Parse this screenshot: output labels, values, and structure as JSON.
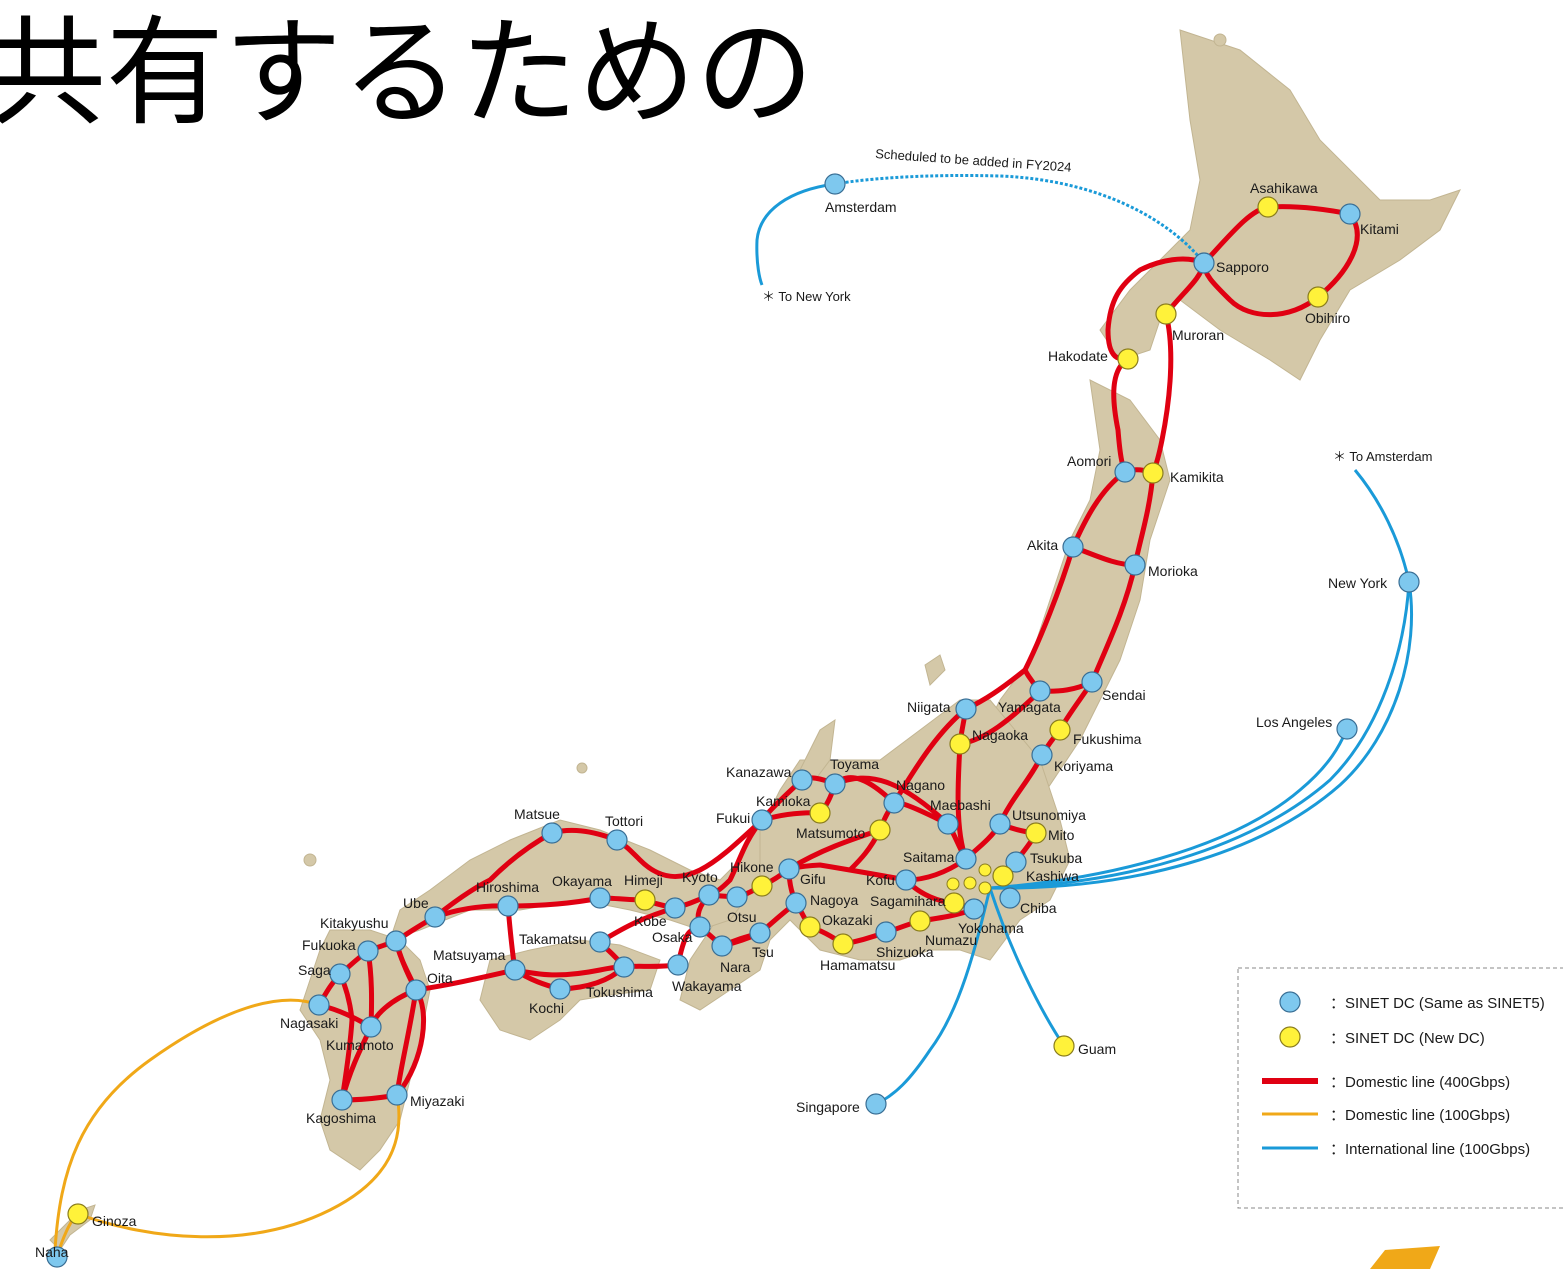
{
  "heading": "共有するための",
  "colors": {
    "land": "#d4c8a8",
    "sinet_dc_existing": "#7ec8ee",
    "sinet_dc_new": "#fff23a",
    "domestic_400": "#e00012",
    "domestic_100": "#f0a818",
    "international_100": "#1a9ad8"
  },
  "icons": {
    "existing_dc": "blue-circle-marker",
    "new_dc": "yellow-circle-marker",
    "external": "asterisk-marker"
  },
  "annotations": {
    "scheduled": "Scheduled to be added in FY2024",
    "to_new_york": "＊ To New York",
    "to_amsterdam": "＊ To Amsterdam"
  },
  "legend": {
    "existing_dc": "：SINET DC (Same as SINET5)",
    "new_dc": "：SINET DC (New DC)",
    "domestic_400": "：Domestic line (400Gbps)",
    "domestic_100": "：Domestic line (100Gbps)",
    "international": "：International line (100Gbps)"
  },
  "nodes": [
    {
      "id": "sapporo",
      "name": "Sapporo",
      "type": "existing"
    },
    {
      "id": "asahikawa",
      "name": "Asahikawa",
      "type": "new"
    },
    {
      "id": "kitami",
      "name": "Kitami",
      "type": "existing"
    },
    {
      "id": "obihiro",
      "name": "Obihiro",
      "type": "new"
    },
    {
      "id": "muroran",
      "name": "Muroran",
      "type": "new"
    },
    {
      "id": "hakodate",
      "name": "Hakodate",
      "type": "new"
    },
    {
      "id": "aomori",
      "name": "Aomori",
      "type": "existing"
    },
    {
      "id": "kamikita",
      "name": "Kamikita",
      "type": "new"
    },
    {
      "id": "akita",
      "name": "Akita",
      "type": "existing"
    },
    {
      "id": "morioka",
      "name": "Morioka",
      "type": "existing"
    },
    {
      "id": "sendai",
      "name": "Sendai",
      "type": "existing"
    },
    {
      "id": "yamagata",
      "name": "Yamagata",
      "type": "existing"
    },
    {
      "id": "niigata",
      "name": "Niigata",
      "type": "existing"
    },
    {
      "id": "nagaoka",
      "name": "Nagaoka",
      "type": "new"
    },
    {
      "id": "fukushima",
      "name": "Fukushima",
      "type": "new"
    },
    {
      "id": "koriyama",
      "name": "Koriyama",
      "type": "existing"
    },
    {
      "id": "utsunomiya",
      "name": "Utsunomiya",
      "type": "existing"
    },
    {
      "id": "mito",
      "name": "Mito",
      "type": "new"
    },
    {
      "id": "tsukuba",
      "name": "Tsukuba",
      "type": "existing"
    },
    {
      "id": "kashiwa",
      "name": "Kashiwa",
      "type": "new"
    },
    {
      "id": "chiba",
      "name": "Chiba",
      "type": "existing"
    },
    {
      "id": "saitama",
      "name": "Saitama",
      "type": "existing"
    },
    {
      "id": "maebashi",
      "name": "Maebashi",
      "type": "existing"
    },
    {
      "id": "nagano",
      "name": "Nagano",
      "type": "existing"
    },
    {
      "id": "toyama",
      "name": "Toyama",
      "type": "existing"
    },
    {
      "id": "kanazawa",
      "name": "Kanazawa",
      "type": "existing"
    },
    {
      "id": "kamioka",
      "name": "Kamioka",
      "type": "new"
    },
    {
      "id": "matsumoto",
      "name": "Matsumoto",
      "type": "new"
    },
    {
      "id": "fukui",
      "name": "Fukui",
      "type": "existing"
    },
    {
      "id": "kofu",
      "name": "Kofu",
      "type": "existing"
    },
    {
      "id": "sagamihara",
      "name": "Sagamihara",
      "type": "new"
    },
    {
      "id": "yokohama",
      "name": "Yokohama",
      "type": "existing"
    },
    {
      "id": "numazu",
      "name": "Numazu",
      "type": "new"
    },
    {
      "id": "shizuoka",
      "name": "Shizuoka",
      "type": "existing"
    },
    {
      "id": "hamamatsu",
      "name": "Hamamatsu",
      "type": "new"
    },
    {
      "id": "okazaki",
      "name": "Okazaki",
      "type": "new"
    },
    {
      "id": "nagoya",
      "name": "Nagoya",
      "type": "existing"
    },
    {
      "id": "gifu",
      "name": "Gifu",
      "type": "existing"
    },
    {
      "id": "hikone",
      "name": "Hikone",
      "type": "new"
    },
    {
      "id": "tsu",
      "name": "Tsu",
      "type": "existing"
    },
    {
      "id": "kyoto",
      "name": "Kyoto",
      "type": "existing"
    },
    {
      "id": "otsu",
      "name": "Otsu",
      "type": "existing"
    },
    {
      "id": "nara",
      "name": "Nara",
      "type": "existing"
    },
    {
      "id": "osaka",
      "name": "Osaka",
      "type": "existing"
    },
    {
      "id": "kobe",
      "name": "Kobe",
      "type": "existing"
    },
    {
      "id": "wakayama",
      "name": "Wakayama",
      "type": "existing"
    },
    {
      "id": "himeji",
      "name": "Himeji",
      "type": "new"
    },
    {
      "id": "okayama",
      "name": "Okayama",
      "type": "existing"
    },
    {
      "id": "tottori",
      "name": "Tottori",
      "type": "existing"
    },
    {
      "id": "matsue",
      "name": "Matsue",
      "type": "existing"
    },
    {
      "id": "hiroshima",
      "name": "Hiroshima",
      "type": "existing"
    },
    {
      "id": "takamatsu",
      "name": "Takamatsu",
      "type": "existing"
    },
    {
      "id": "tokushima",
      "name": "Tokushima",
      "type": "existing"
    },
    {
      "id": "kochi",
      "name": "Kochi",
      "type": "existing"
    },
    {
      "id": "matsuyama",
      "name": "Matsuyama",
      "type": "existing"
    },
    {
      "id": "ube",
      "name": "Ube",
      "type": "existing"
    },
    {
      "id": "kitakyushu",
      "name": "Kitakyushu",
      "type": "existing"
    },
    {
      "id": "fukuoka",
      "name": "Fukuoka",
      "type": "existing"
    },
    {
      "id": "saga",
      "name": "Saga",
      "type": "existing"
    },
    {
      "id": "nagasaki",
      "name": "Nagasaki",
      "type": "existing"
    },
    {
      "id": "kumamoto",
      "name": "Kumamoto",
      "type": "existing"
    },
    {
      "id": "oita",
      "name": "Oita",
      "type": "existing"
    },
    {
      "id": "miyazaki",
      "name": "Miyazaki",
      "type": "existing"
    },
    {
      "id": "kagoshima",
      "name": "Kagoshima",
      "type": "existing"
    },
    {
      "id": "naha",
      "name": "Naha",
      "type": "existing"
    },
    {
      "id": "ginoza",
      "name": "Ginoza",
      "type": "new"
    },
    {
      "id": "amsterdam",
      "name": "Amsterdam",
      "type": "existing"
    },
    {
      "id": "newyork",
      "name": "New York",
      "type": "existing"
    },
    {
      "id": "losangeles",
      "name": "Los Angeles",
      "type": "existing"
    },
    {
      "id": "singapore",
      "name": "Singapore",
      "type": "existing"
    },
    {
      "id": "guam",
      "name": "Guam",
      "type": "new"
    }
  ]
}
